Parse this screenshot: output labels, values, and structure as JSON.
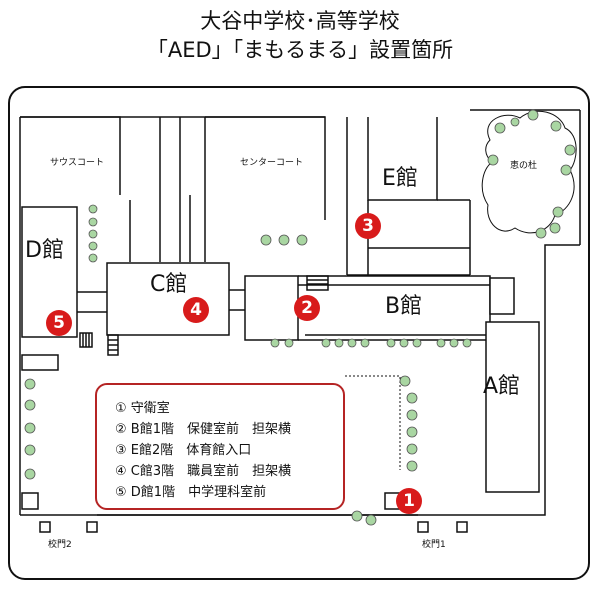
{
  "title": {
    "line1": "大谷中学校･高等学校",
    "line2": "「AED」「まもるまる」設置箇所"
  },
  "buildings": {
    "d": "D館",
    "c": "C館",
    "e": "E館",
    "b": "B館",
    "a": "A館"
  },
  "areas": {
    "south_court": "サウスコート",
    "center_court": "センターコート",
    "forest": "恵の杜"
  },
  "gates": {
    "gate1": "校門1",
    "gate2": "校門2"
  },
  "markers": [
    "1",
    "2",
    "3",
    "4",
    "5"
  ],
  "legend": [
    "① 守衛室",
    "② B館1階　保健室前　担架横",
    "③ E館2階　体育館入口",
    "④ C館3階　職員室前　担架横",
    "⑤ D館1階　中学理科室前"
  ],
  "colors": {
    "marker": "#d81b1b",
    "legend_border": "#b52424",
    "tree": "#a9d6a2"
  }
}
